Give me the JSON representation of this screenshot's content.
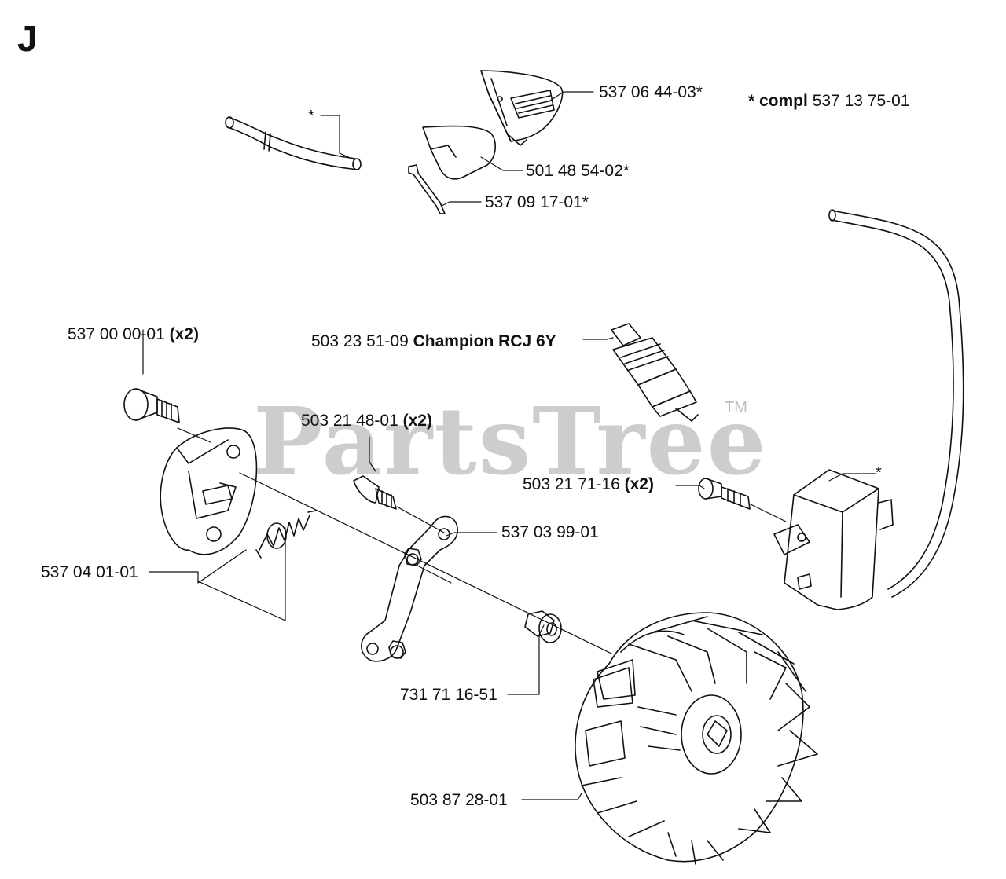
{
  "page_letter": "J",
  "watermark": {
    "text": "PartsTree",
    "trademark": "TM"
  },
  "note": {
    "prefix": "* compl",
    "part": "537 13 75-01"
  },
  "labels": [
    {
      "id": "fuel-hose",
      "text": "*",
      "bold": ""
    },
    {
      "id": "cover-top",
      "text": "537 06 44-03*",
      "bold": ""
    },
    {
      "id": "cover-plate",
      "text": "501 48 54-02*",
      "bold": ""
    },
    {
      "id": "wire-clip",
      "text": "537 09 17-01*",
      "bold": ""
    },
    {
      "id": "shoulder-screw",
      "text": "537 00 00-01",
      "bold": "(x2)"
    },
    {
      "id": "spark-plug",
      "text": "503 23 51-09",
      "bold": "Champion RCJ 6Y"
    },
    {
      "id": "screw-a",
      "text": "503 21 48-01",
      "bold": "(x2)"
    },
    {
      "id": "screw-b",
      "text": "503 21 71-16",
      "bold": "(x2)"
    },
    {
      "id": "module-star",
      "text": "*",
      "bold": ""
    },
    {
      "id": "lever",
      "text": "537 03 99-01",
      "bold": ""
    },
    {
      "id": "clutch",
      "text": "537 04 01-01",
      "bold": ""
    },
    {
      "id": "nut",
      "text": "731 71 16-51",
      "bold": ""
    },
    {
      "id": "flywheel",
      "text": "503 87 28-01",
      "bold": ""
    }
  ]
}
